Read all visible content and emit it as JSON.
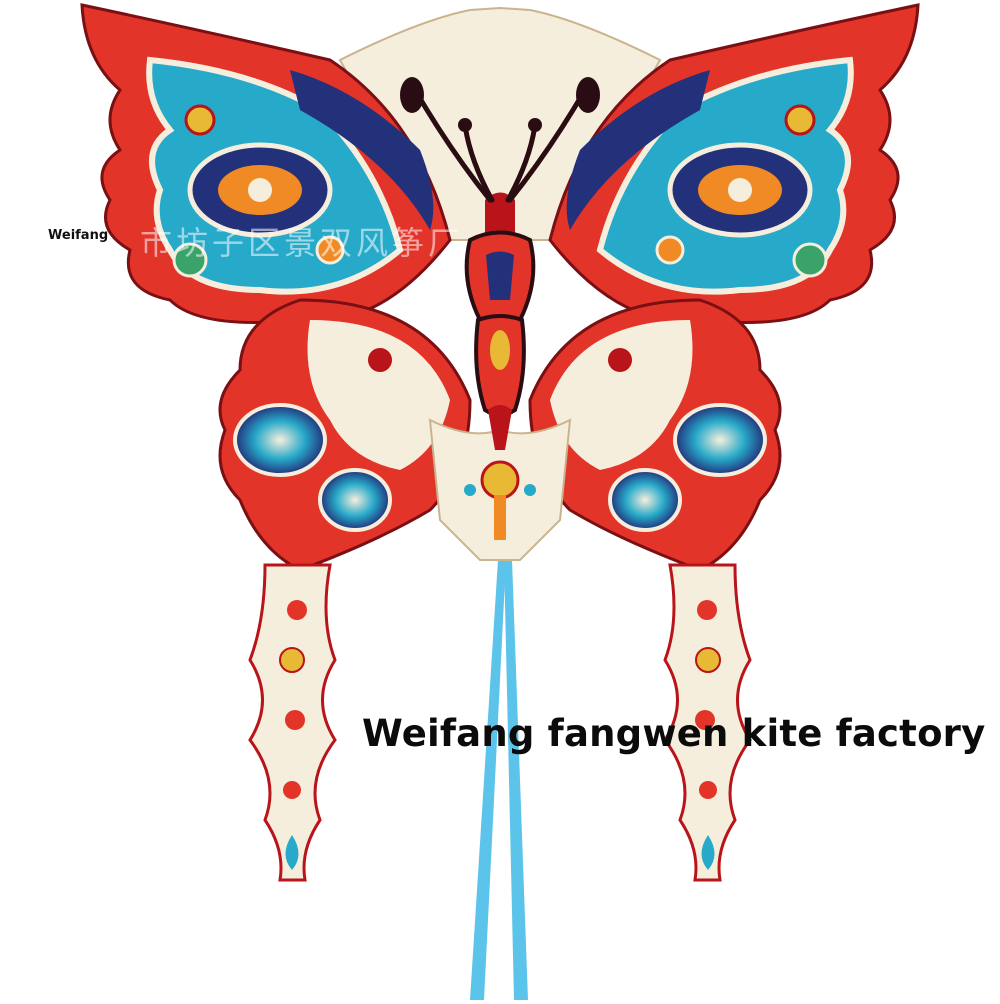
{
  "image": {
    "subject": "butterfly-kite",
    "colors": {
      "red": "#e3342a",
      "deep_red": "#b8141a",
      "cream": "#f6eedd",
      "turquoise": "#27a9c9",
      "navy": "#23307a",
      "orange": "#f08a24",
      "gold": "#e8b935",
      "green": "#3aa36a",
      "string_blue": "#5cc3ea",
      "dark": "#2a0d12"
    }
  },
  "watermarks": {
    "small_label": "Weifang",
    "faint_overlay": "市坊子区景双风筝厂",
    "big_label": "Weifang fangwen kite factory"
  }
}
